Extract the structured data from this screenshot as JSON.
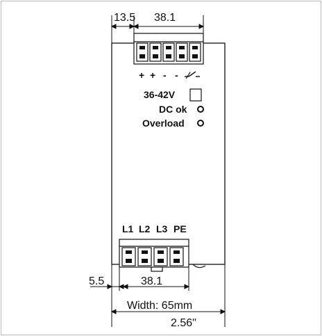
{
  "dimensions": {
    "top_left_offset": "13.5",
    "top_terminal_width": "38.1",
    "bottom_left_offset": "5.5",
    "bottom_terminal_width": "38.1",
    "width_mm": "Width: 65mm",
    "width_in": "2.56\""
  },
  "top_terminal": {
    "symbols": [
      "+",
      "+",
      "-",
      "-",
      "⁄"
    ]
  },
  "indicators": {
    "voltage": "36-42V",
    "dc_ok": "DC ok",
    "overload": "Overload"
  },
  "bottom_terminal": {
    "labels": [
      "L1",
      "L2",
      "L3",
      "PE"
    ]
  }
}
